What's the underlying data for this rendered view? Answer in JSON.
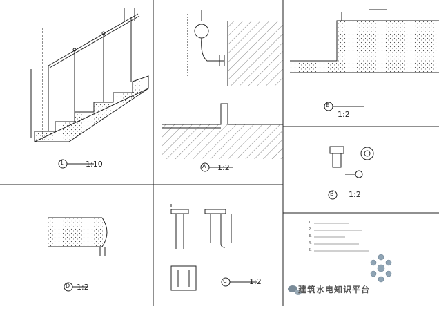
{
  "panels": {
    "stair": {
      "scale": "1:10"
    },
    "A": {
      "marker": "A",
      "scale": "1:2"
    },
    "E": {
      "marker": "E",
      "scale": "1:2"
    },
    "B": {
      "marker": "B",
      "scale": "1:2"
    },
    "D": {
      "marker": "D",
      "scale": "1:2"
    },
    "C": {
      "marker": "C",
      "scale": "1:2"
    }
  },
  "notes": {
    "lines": [
      "1.",
      "2.",
      "3.",
      "4.",
      "5."
    ]
  },
  "watermark": {
    "text": "建筑水电知识平台"
  },
  "colors": {
    "line": "#222222",
    "hatch": "#555555",
    "paper": "#ffffff"
  }
}
